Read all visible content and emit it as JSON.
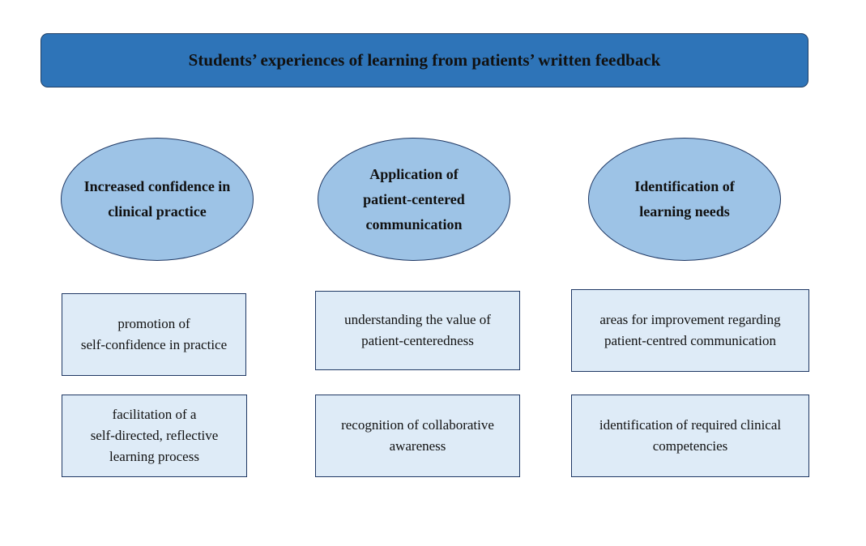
{
  "title": "Students’ experiences of learning from patients’ written feedback",
  "themes": [
    {
      "lines": [
        "Increased confidence in",
        "clinical practice"
      ],
      "subthemes": [
        {
          "lines": [
            "promotion of",
            "self-confidence in practice"
          ]
        },
        {
          "lines": [
            "facilitation of a",
            "self-directed, reflective",
            "learning process"
          ]
        }
      ]
    },
    {
      "lines": [
        "Application of",
        "patient-centered",
        "communication"
      ],
      "subthemes": [
        {
          "lines": [
            "understanding the value of",
            "patient-centeredness"
          ]
        },
        {
          "lines": [
            "recognition of collaborative",
            "awareness"
          ]
        }
      ]
    },
    {
      "lines": [
        "Identification of",
        "learning needs"
      ],
      "subthemes": [
        {
          "lines": [
            "areas for improvement regarding",
            "patient-centred communication"
          ]
        },
        {
          "lines": [
            "identification of required clinical",
            "competencies"
          ]
        }
      ]
    }
  ],
  "colors": {
    "title_fill": "#2e74b8",
    "theme_fill": "#9dc3e6",
    "subtheme_fill": "#deebf7",
    "border": "#1f3864"
  }
}
